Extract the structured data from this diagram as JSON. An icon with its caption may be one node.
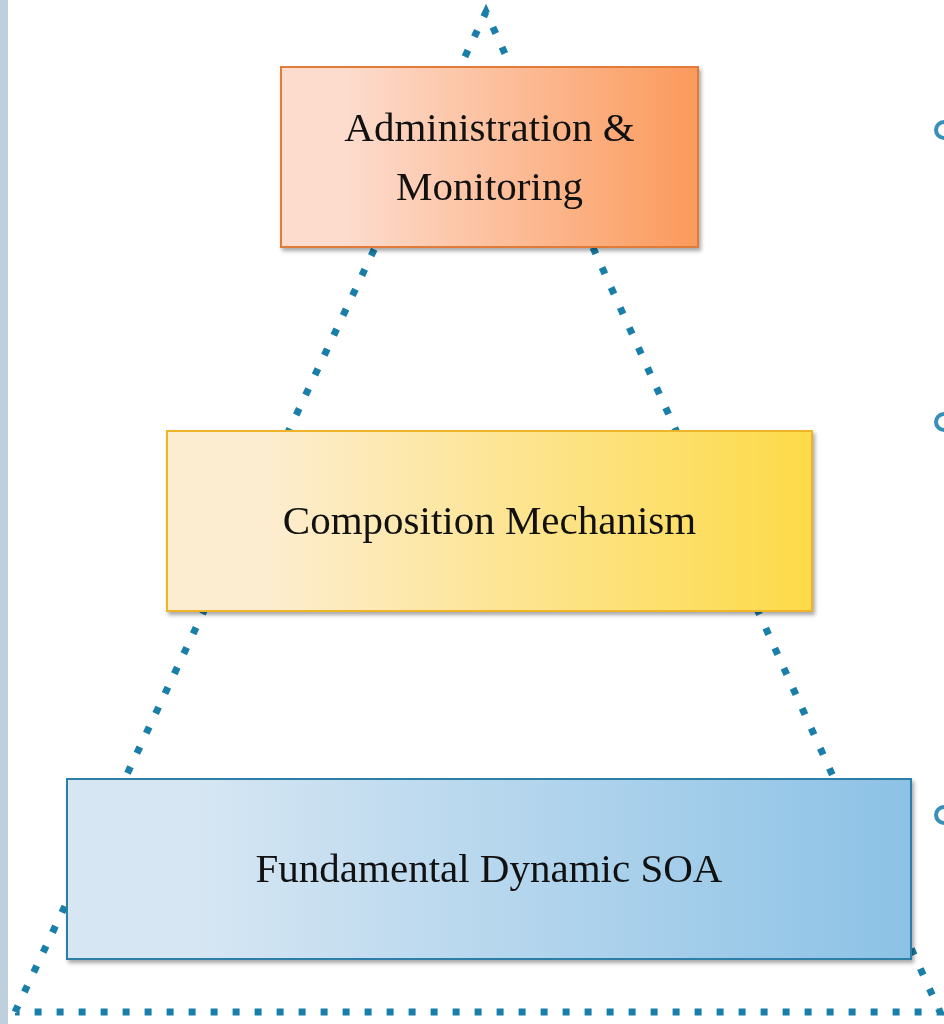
{
  "diagram": {
    "nodes": [
      {
        "text": [
          "Administration & Monitoring"
        ]
      },
      {
        "text": [
          "Composition Mechanism"
        ]
      },
      {
        "text": [
          "Fundamental Dynamic SOA"
        ]
      }
    ]
  }
}
